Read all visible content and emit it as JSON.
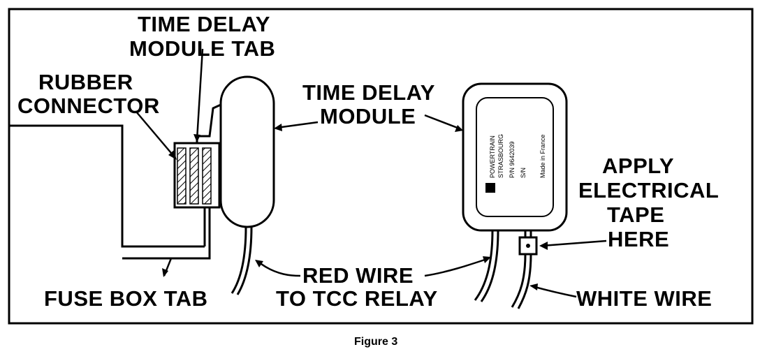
{
  "labels": {
    "time_delay_module_tab_line1": "TIME DELAY",
    "time_delay_module_tab_line2": "MODULE TAB",
    "rubber_connector_line1": "RUBBER",
    "rubber_connector_line2": "CONNECTOR",
    "time_delay_module_line1": "TIME DELAY",
    "time_delay_module_line2": "MODULE",
    "apply_tape_line1": "APPLY",
    "apply_tape_line2": "ELECTRICAL",
    "apply_tape_line3": "TAPE",
    "apply_tape_line4": "HERE",
    "red_wire_line1": "RED WIRE",
    "red_wire_line2": "TO TCC RELAY",
    "fuse_box_tab": "FUSE BOX TAB",
    "white_wire": "WHITE WIRE"
  },
  "module_label": {
    "line1": "POWERTRAIN",
    "line2": "STRASBOURG",
    "line3": "P/N 9642039",
    "line4": "S/N",
    "line5": "Made in France"
  },
  "caption": "Figure 3"
}
